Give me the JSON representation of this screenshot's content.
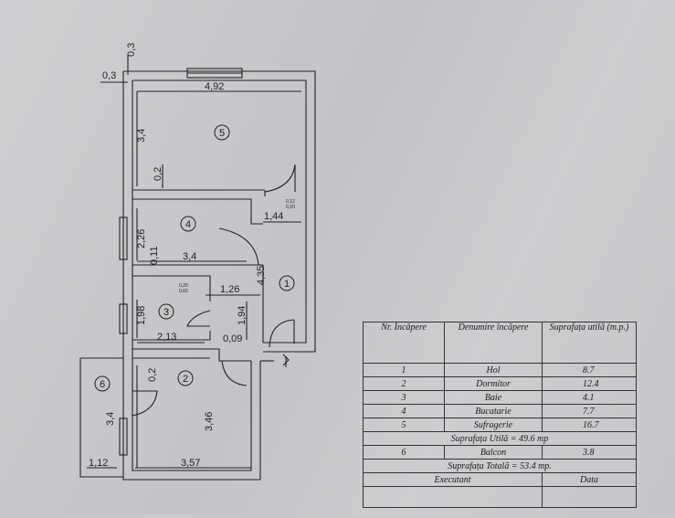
{
  "dimensions": {
    "d_03_top": "0,3",
    "d_03_left": "0,3",
    "d_492": "4,92",
    "d_34_living": "3,4",
    "d_02_living": "0,2",
    "d_226": "2,26",
    "d_011": "0,11",
    "d_34_kitchen": "3,4",
    "d_144": "1,44",
    "d_435": "4,35",
    "d_126": "1,26",
    "d_198": "1,98",
    "d_194": "1,94",
    "d_213": "2,13",
    "d_009": "0,09",
    "d_02_bed": "0,2",
    "d_34_balcony": "3,4",
    "d_346": "3,46",
    "d_112": "1,12",
    "d_357": "3,57",
    "small_a": "0,12",
    "small_b": "0,20",
    "small_c": "0,20",
    "small_d": "0,60"
  },
  "room_numbers": {
    "r1": "1",
    "r2": "2",
    "r3": "3",
    "r4": "4",
    "r5": "5",
    "r6": "6"
  },
  "legend": {
    "header": {
      "nr": "Nr. Încăpere",
      "name": "Denumire încăpere",
      "area": "Suprafața utilă (m.p.)"
    },
    "rows": [
      {
        "nr": "1",
        "name": "Hol",
        "area": "8.7"
      },
      {
        "nr": "2",
        "name": "Dormitor",
        "area": "12.4"
      },
      {
        "nr": "3",
        "name": "Baie",
        "area": "4.1"
      },
      {
        "nr": "4",
        "name": "Bucatarie",
        "area": "7.7"
      },
      {
        "nr": "5",
        "name": "Sufragerie",
        "area": "16.7"
      }
    ],
    "useful_total": "Suprafața Utilă = 49.6 mp",
    "balcony": {
      "nr": "6",
      "name": "Balcon",
      "area": "3.8"
    },
    "total": "Suprafața Totală = 53.4 mp.",
    "executant": "Executant",
    "data": "Data"
  }
}
